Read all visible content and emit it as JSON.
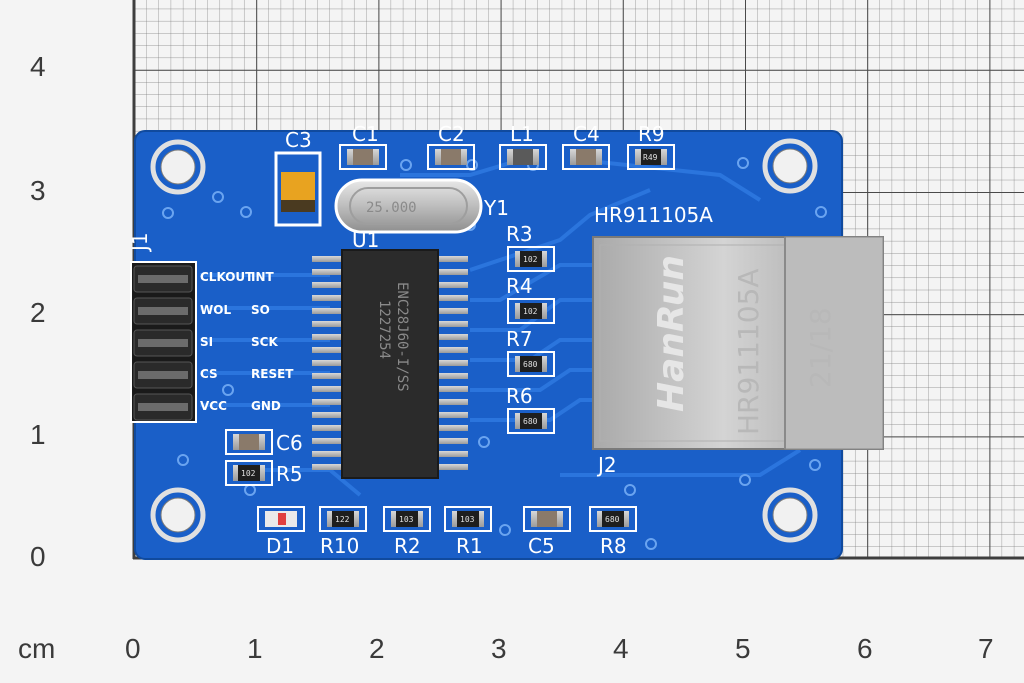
{
  "scale": {
    "unit": "cm",
    "x_ticks": [
      "0",
      "1",
      "2",
      "3",
      "4",
      "5",
      "6",
      "7"
    ],
    "y_ticks": [
      "0",
      "1",
      "2",
      "3",
      "4"
    ]
  },
  "board": {
    "header_designator": "J1",
    "header_pins": [
      "CLKOUT",
      "WOL",
      "SI",
      "CS",
      "VCC"
    ],
    "header_pins_right": [
      "INT",
      "SO",
      "SCK",
      "RESET",
      "GND"
    ],
    "chip": {
      "designator": "U1",
      "marking_1": "ENC28J60-I/SS",
      "marking_2": "1227254"
    },
    "crystal": {
      "designator": "Y1",
      "marking": "25.000"
    },
    "jack": {
      "designator": "J2",
      "part": "HR911105A",
      "brand": "HanRun",
      "date": "21/18"
    },
    "components_top": [
      "C3",
      "C1",
      "C2",
      "L1",
      "C4",
      "R9"
    ],
    "components_mid": [
      "R3",
      "R4",
      "R7",
      "R6"
    ],
    "components_left": [
      "C6",
      "R5"
    ],
    "components_bottom": [
      "D1",
      "R10",
      "R2",
      "R1",
      "C5",
      "R8"
    ],
    "resistor_codes": {
      "r3": "102",
      "r4": "102",
      "r7": "680",
      "r6": "680",
      "r5": "102",
      "r10": "122",
      "r2": "103",
      "r1": "103",
      "r8": "680",
      "r9": "R49"
    }
  },
  "colors": {
    "pcb": "#1a5fc8",
    "grid": "#6c6c6c",
    "metal": "#c9c9c9"
  }
}
